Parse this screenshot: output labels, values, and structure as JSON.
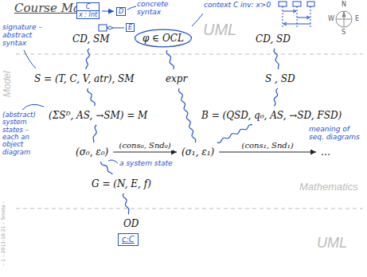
{
  "diagram": {
    "title": "Course Map",
    "nodes": [
      {
        "text": [
          "C",
          "x : Int"
        ]
      },
      {
        "text": [
          "D"
        ]
      },
      {
        "text": [
          "E"
        ]
      },
      {
        "text": [
          "CD, SM"
        ]
      },
      {
        "text": [
          "φ ∈ OCL"
        ]
      },
      {
        "text": [
          "CD, SD"
        ]
      },
      {
        "text": [
          "S = (T, C, V, atr), SM"
        ]
      },
      {
        "text": [
          "expr"
        ]
      },
      {
        "text": [
          "S , SD"
        ]
      },
      {
        "text": [
          "(ΣSᴰ, AS, →SM) = M"
        ]
      },
      {
        "text": [
          "B = (QSD, q₀, AS, →SD, FSD)"
        ]
      },
      {
        "text": [
          "(σ₀, ε₀)"
        ]
      },
      {
        "text": [
          "(σ₁, ε₁)"
        ]
      },
      {
        "text": [
          "…"
        ]
      },
      {
        "text": [
          "G = (N, E, f)"
        ]
      },
      {
        "text": [
          "OD"
        ]
      },
      {
        "text": [
          "c:C"
        ]
      }
    ],
    "edges": [
      {
        "from": 0,
        "to": 1,
        "arrow": "to"
      },
      {
        "from": 3,
        "to": 6,
        "arrow": "none"
      },
      {
        "from": 4,
        "to": 7,
        "arrow": "none"
      },
      {
        "from": 5,
        "to": 8,
        "arrow": "none"
      },
      {
        "from": 6,
        "to": 9,
        "arrow": "none"
      },
      {
        "from": 8,
        "to": 10,
        "arrow": "none"
      },
      {
        "from": 9,
        "to": 11,
        "arrow": "none"
      },
      {
        "from": 7,
        "to": 12,
        "arrow": "none"
      },
      {
        "from": 10,
        "to": 12,
        "arrow": "none"
      },
      {
        "from": 11,
        "to": 12,
        "arrow": "to",
        "label": "(cons₀, Snd₀)"
      },
      {
        "from": 12,
        "to": 13,
        "arrow": "to",
        "label": "(cons₁, Snd₁)"
      },
      {
        "from": 11,
        "to": 14,
        "arrow": "none"
      },
      {
        "from": 14,
        "to": 15,
        "arrow": "none"
      }
    ],
    "labels": [
      "UML",
      "Model",
      "Mathematics",
      "UML",
      "signature – abstract syntax",
      "concrete syntax",
      "context C inv: x>0",
      "(abstract) system states – each an object diagram",
      "a system state",
      "meaning of seq. diagrams",
      "N",
      "W",
      "E",
      "S",
      "– 1 – 2013-10-21 – Smeta –"
    ]
  }
}
